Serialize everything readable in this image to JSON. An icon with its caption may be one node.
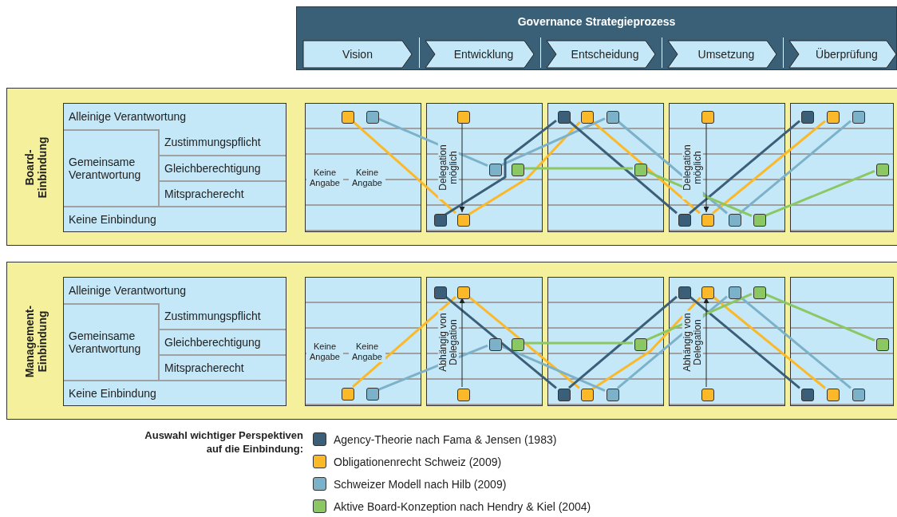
{
  "diagram": {
    "nodes": [
      {
        "text": [
          "Governance Strategieprozess"
        ]
      },
      {
        "text": [
          "Vision"
        ],
        "in": 0
      },
      {
        "text": [
          "Entwicklung"
        ],
        "in": 0
      },
      {
        "text": [
          "Entscheidung"
        ],
        "in": 0
      },
      {
        "text": [
          "Umsetzung"
        ],
        "in": 0
      },
      {
        "text": [
          "Überprüfung"
        ],
        "in": 0
      },
      {
        "text": [
          "Board- Einbindung"
        ]
      },
      {
        "text": [
          "Alleinige Verantwortung",
          "Gemeinsame Verantwortung",
          "Zustimmungspflicht",
          "Gleichberechtigung",
          "Mitspracherecht",
          "Keine Einbindung"
        ],
        "in": 6
      },
      {
        "text": [
          "Keine Angabe",
          "Keine Angabe"
        ],
        "in": 6
      },
      {
        "text": [],
        "shape": "box",
        "in": 6
      },
      {
        "text": [],
        "shape": "box",
        "in": 6
      },
      {
        "text": [],
        "shape": "box",
        "in": 6
      },
      {
        "text": [],
        "shape": "box",
        "in": 6
      },
      {
        "text": [],
        "shape": "box",
        "in": 8
      },
      {
        "text": [],
        "shape": "box",
        "in": 8
      },
      {
        "text": [],
        "shape": "box",
        "in": 9
      },
      {
        "text": [],
        "shape": "box",
        "in": 9
      },
      {
        "text": [],
        "shape": "box",
        "in": 9
      },
      {
        "text": [],
        "shape": "box",
        "in": 9
      },
      {
        "text": [],
        "shape": "box",
        "in": 9
      },
      {
        "text": [],
        "shape": "box",
        "in": 10
      },
      {
        "text": [],
        "shape": "box",
        "in": 10
      },
      {
        "text": [],
        "shape": "box",
        "in": 10
      },
      {
        "text": [],
        "shape": "box",
        "in": 10
      },
      {
        "text": [],
        "shape": "box",
        "in": 11
      },
      {
        "text": [],
        "shape": "box",
        "in": 11
      },
      {
        "text": [],
        "shape": "box",
        "in": 11
      },
      {
        "text": [],
        "shape": "box",
        "in": 11
      },
      {
        "text": [],
        "shape": "box",
        "in": 11
      },
      {
        "text": [],
        "shape": "box",
        "in": 12
      },
      {
        "text": [],
        "shape": "box",
        "in": 12
      },
      {
        "text": [],
        "shape": "box",
        "in": 12
      },
      {
        "text": [],
        "shape": "box",
        "in": 12
      },
      {
        "text": [
          "Management- Einbindung"
        ]
      },
      {
        "text": [
          "Alleinige Verantwortung",
          "Gemeinsame Verantwortung",
          "Zustimmungspflicht",
          "Gleichberechtigung",
          "Mitspracherecht",
          "Keine Einbindung"
        ],
        "in": 33
      },
      {
        "text": [
          "Keine Angabe",
          "Keine Angabe"
        ],
        "in": 33
      },
      {
        "text": [],
        "shape": "box",
        "in": 33
      },
      {
        "text": [],
        "shape": "box",
        "in": 33
      },
      {
        "text": [],
        "shape": "box",
        "in": 33
      },
      {
        "text": [],
        "shape": "box",
        "in": 33
      },
      {
        "text": [],
        "shape": "box",
        "in": 35
      },
      {
        "text": [],
        "shape": "box",
        "in": 35
      },
      {
        "text": [],
        "shape": "box",
        "in": 36
      },
      {
        "text": [],
        "shape": "box",
        "in": 36
      },
      {
        "text": [],
        "shape": "box",
        "in": 36
      },
      {
        "text": [],
        "shape": "box",
        "in": 36
      },
      {
        "text": [],
        "shape": "box",
        "in": 36
      },
      {
        "text": [],
        "shape": "box",
        "in": 37
      },
      {
        "text": [],
        "shape": "box",
        "in": 37
      },
      {
        "text": [],
        "shape": "box",
        "in": 37
      },
      {
        "text": [],
        "shape": "box",
        "in": 37
      },
      {
        "text": [],
        "shape": "box",
        "in": 38
      },
      {
        "text": [],
        "shape": "box",
        "in": 38
      },
      {
        "text": [],
        "shape": "box",
        "in": 38
      },
      {
        "text": [],
        "shape": "box",
        "in": 38
      },
      {
        "text": [],
        "shape": "box",
        "in": 38
      },
      {
        "text": [],
        "shape": "box",
        "in": 39
      },
      {
        "text": [],
        "shape": "box",
        "in": 39
      },
      {
        "text": [],
        "shape": "box",
        "in": 39
      },
      {
        "text": [],
        "shape": "box",
        "in": 39
      }
    ],
    "edges": [
      {
        "from": 13,
        "to": 17,
        "arrow": "none",
        "color": "#fbb829"
      },
      {
        "from": 17,
        "to": 21,
        "arrow": "none",
        "color": "#fbb829"
      },
      {
        "from": 21,
        "to": 26,
        "arrow": "none",
        "color": "#fbb829"
      },
      {
        "from": 26,
        "to": 30,
        "arrow": "none",
        "color": "#fbb829"
      },
      {
        "from": 14,
        "to": 18,
        "arrow": "none",
        "color": "#7cb2c9"
      },
      {
        "from": 18,
        "to": 22,
        "arrow": "none",
        "color": "#7cb2c9"
      },
      {
        "from": 22,
        "to": 27,
        "arrow": "none",
        "color": "#7cb2c9"
      },
      {
        "from": 27,
        "to": 31,
        "arrow": "none",
        "color": "#7cb2c9"
      },
      {
        "from": 15,
        "to": 20,
        "arrow": "none",
        "color": "#3b5f78"
      },
      {
        "from": 20,
        "to": 24,
        "arrow": "none",
        "color": "#3b5f78"
      },
      {
        "from": 24,
        "to": 29,
        "arrow": "none",
        "color": "#3b5f78"
      },
      {
        "from": 19,
        "to": 23,
        "arrow": "none",
        "color": "#8bc763"
      },
      {
        "from": 23,
        "to": 28,
        "arrow": "none",
        "color": "#8bc763"
      },
      {
        "from": 28,
        "to": 32,
        "arrow": "none",
        "color": "#8bc763"
      },
      {
        "from": 16,
        "to": 17,
        "arrow": "to",
        "label": "Delegation möglich",
        "color": "#222222"
      },
      {
        "from": 25,
        "to": 26,
        "arrow": "to",
        "label": "Delegation möglich",
        "color": "#222222"
      },
      {
        "from": 40,
        "to": 43,
        "arrow": "none",
        "color": "#fbb829"
      },
      {
        "from": 43,
        "to": 48,
        "arrow": "none",
        "color": "#fbb829"
      },
      {
        "from": 48,
        "to": 52,
        "arrow": "none",
        "color": "#fbb829"
      },
      {
        "from": 52,
        "to": 57,
        "arrow": "none",
        "color": "#fbb829"
      },
      {
        "from": 41,
        "to": 45,
        "arrow": "none",
        "color": "#7cb2c9"
      },
      {
        "from": 45,
        "to": 49,
        "arrow": "none",
        "color": "#7cb2c9"
      },
      {
        "from": 49,
        "to": 54,
        "arrow": "none",
        "color": "#7cb2c9"
      },
      {
        "from": 54,
        "to": 58,
        "arrow": "none",
        "color": "#7cb2c9"
      },
      {
        "from": 42,
        "to": 47,
        "arrow": "none",
        "color": "#3b5f78"
      },
      {
        "from": 47,
        "to": 51,
        "arrow": "none",
        "color": "#3b5f78"
      },
      {
        "from": 51,
        "to": 56,
        "arrow": "none",
        "color": "#3b5f78"
      },
      {
        "from": 46,
        "to": 50,
        "arrow": "none",
        "color": "#8bc763"
      },
      {
        "from": 50,
        "to": 55,
        "arrow": "none",
        "color": "#8bc763"
      },
      {
        "from": 55,
        "to": 59,
        "arrow": "none",
        "color": "#8bc763"
      },
      {
        "from": 44,
        "to": 43,
        "arrow": "to",
        "label": "Abhängig von Delegation",
        "color": "#222222"
      },
      {
        "from": 53,
        "to": 52,
        "arrow": "to",
        "label": "Abhängig von Delegation",
        "color": "#222222"
      }
    ],
    "labels": [
      "Auswahl wichtiger Perspektiven auf die Einbindung:"
    ],
    "legend": [
      {
        "text": "Agency-Theorie nach Fama & Jensen (1983)",
        "color": "#3b5f78"
      },
      {
        "text": "Obligationenrecht Schweiz (2009)",
        "color": "#fbb829"
      },
      {
        "text": "Schweizer Modell nach Hilb (2009)",
        "color": "#7cb2c9"
      },
      {
        "text": "Aktive Board-Konzeption nach Hendry & Kiel (2004)",
        "color": "#8bc763"
      }
    ]
  }
}
